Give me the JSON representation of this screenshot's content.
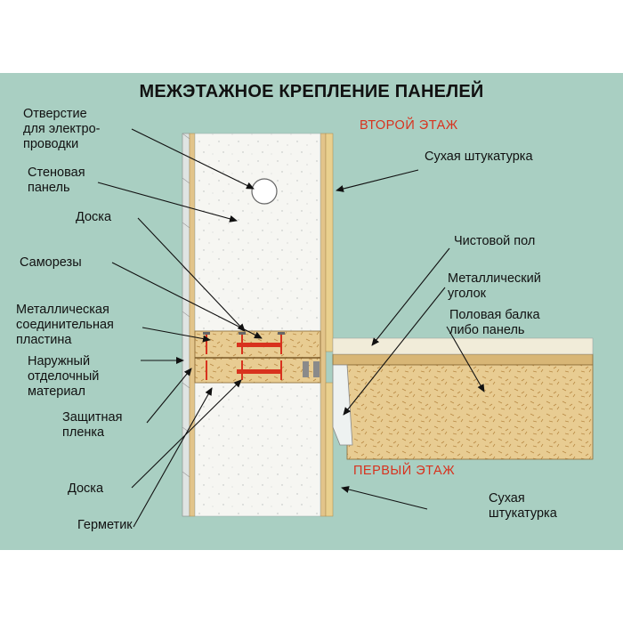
{
  "title": "МЕЖЭТАЖНОЕ КРЕПЛЕНИЕ ПАНЕЛЕЙ",
  "floors": {
    "upper": "ВТОРОЙ ЭТАЖ",
    "lower": "ПЕРВЫЙ ЭТАЖ"
  },
  "labels_left": [
    {
      "id": "wiring-hole",
      "text": "Отверстие\nдля электро-\nпроводки"
    },
    {
      "id": "wall-panel",
      "text": "Стеновая\nпанель"
    },
    {
      "id": "board-upper",
      "text": "Доска"
    },
    {
      "id": "screws",
      "text": "Саморезы"
    },
    {
      "id": "metal-plate",
      "text": "Металлическая\nсоединительная\nпластина"
    },
    {
      "id": "exterior-finish",
      "text": "Наружный\nотделочный\nматериал"
    },
    {
      "id": "protective-film",
      "text": "Защитная\nпленка"
    },
    {
      "id": "board-lower",
      "text": "Доска"
    },
    {
      "id": "sealant",
      "text": "Герметик"
    }
  ],
  "labels_right": [
    {
      "id": "drywall-upper",
      "text": "Сухая штукатурка"
    },
    {
      "id": "finish-floor",
      "text": "Чистовой пол"
    },
    {
      "id": "metal-angle",
      "text": "Металлический\nуголок"
    },
    {
      "id": "floor-beam",
      "text": "Половая балка\nлибо панель"
    },
    {
      "id": "drywall-lower",
      "text": "Сухая\nштукатурка"
    }
  ],
  "colors": {
    "background": "#a9cfc2",
    "foam": "#f6f6f2",
    "wood": "#e2c48a",
    "drywall": "#e9d08e",
    "floor_accent": "#d8321e",
    "plate": "#d8321e",
    "metal_angle": "#eef2f1"
  }
}
